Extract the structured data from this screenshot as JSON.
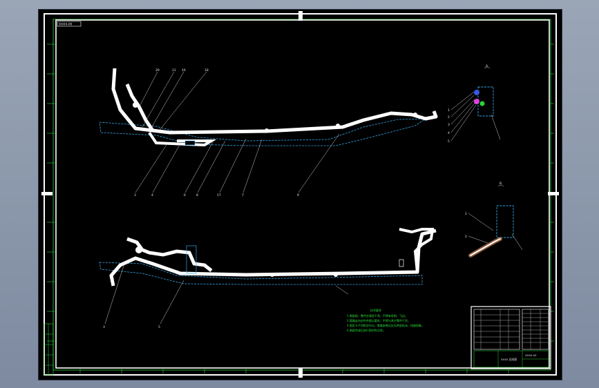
{
  "window": {
    "title_block_label": "XXXX-00",
    "drawing_title": "XXXX 总成图"
  },
  "views": {
    "view_a_label": "A",
    "view_b_label": "B"
  },
  "callouts": {
    "top_upper": [
      "29",
      "11",
      "16",
      "18"
    ],
    "top_lower": [
      "3",
      "4",
      "6",
      "8",
      "17",
      "7",
      "9"
    ],
    "detail_a": [
      "1",
      "2",
      "3",
      "4",
      "5"
    ],
    "detail_b": [
      "1",
      "2"
    ],
    "bottom": [
      "3",
      "5"
    ]
  },
  "notes": {
    "heading": "技术要求",
    "lines": [
      "1.装配前，零件应清洗干净，不得有毛刺、飞边。",
      "2.管路走向应符合图示要求，不得与其它零件干涉。",
      "3.固定卡子间距应均匀，管路安装后应无明显松动、扭曲现象。",
      "4.装配完成后进行密封性试验。"
    ]
  },
  "title_block": {
    "rows": [
      "",
      "",
      "",
      "",
      "",
      "",
      ""
    ],
    "name": "XXXX 总成图",
    "code": "XXXX-00"
  },
  "colors": {
    "frame": "#ffffff",
    "grid": "#2fd13c",
    "outline": "#35a8e8",
    "pipe": "#ffffff",
    "accent_magenta": "#e040e0",
    "accent_green": "#27d637"
  }
}
